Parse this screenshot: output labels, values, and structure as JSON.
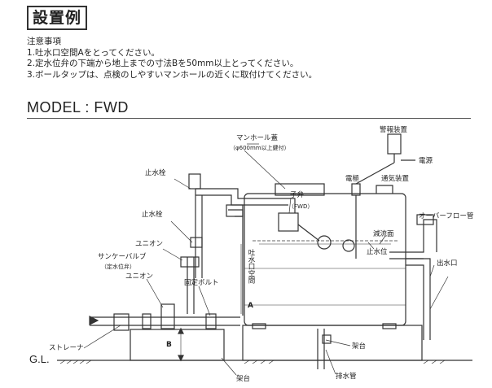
{
  "heading": "設置例",
  "notes": {
    "title": "注意事項",
    "items": [
      "1.吐水口空間Aをとってください。",
      "2.定水位弁の下端から地上までの寸法Bを50mm以上とってください。",
      "3.ボールタップは、点検のしやすいマンホールの近くに取付けてください。"
    ]
  },
  "model": "MODEL : FWD",
  "labels": {
    "manhole_lid": "マンホール蓋",
    "manhole_note": "（φ600mm以上鍵付）",
    "alarm": "警報装置",
    "power": "電源",
    "electrode": "電極",
    "vent": "通気装置",
    "stop_valve_1": "止水栓",
    "stop_valve_2": "止水栓",
    "sub_valve": "子弁",
    "sub_valve_note": "（FWD）",
    "overflow_pipe": "オーバーフロー管",
    "reduced_level": "減流面",
    "stop_level": "止水位",
    "outlet": "出水口",
    "union_1": "ユニオン",
    "union_2": "ユニオン",
    "sunke_valve": "サンケーバルブ",
    "sunke_note": "（定水位弁）",
    "fixing_bolt": "固定ボルト",
    "air_gap": "吐水口空間",
    "air_gap_letter": "A",
    "dim_b": "B",
    "strainer": "ストレーナ",
    "gl": "G.L.",
    "stand_1": "架台",
    "stand_2": "架台",
    "drain_pipe": "排水管"
  }
}
